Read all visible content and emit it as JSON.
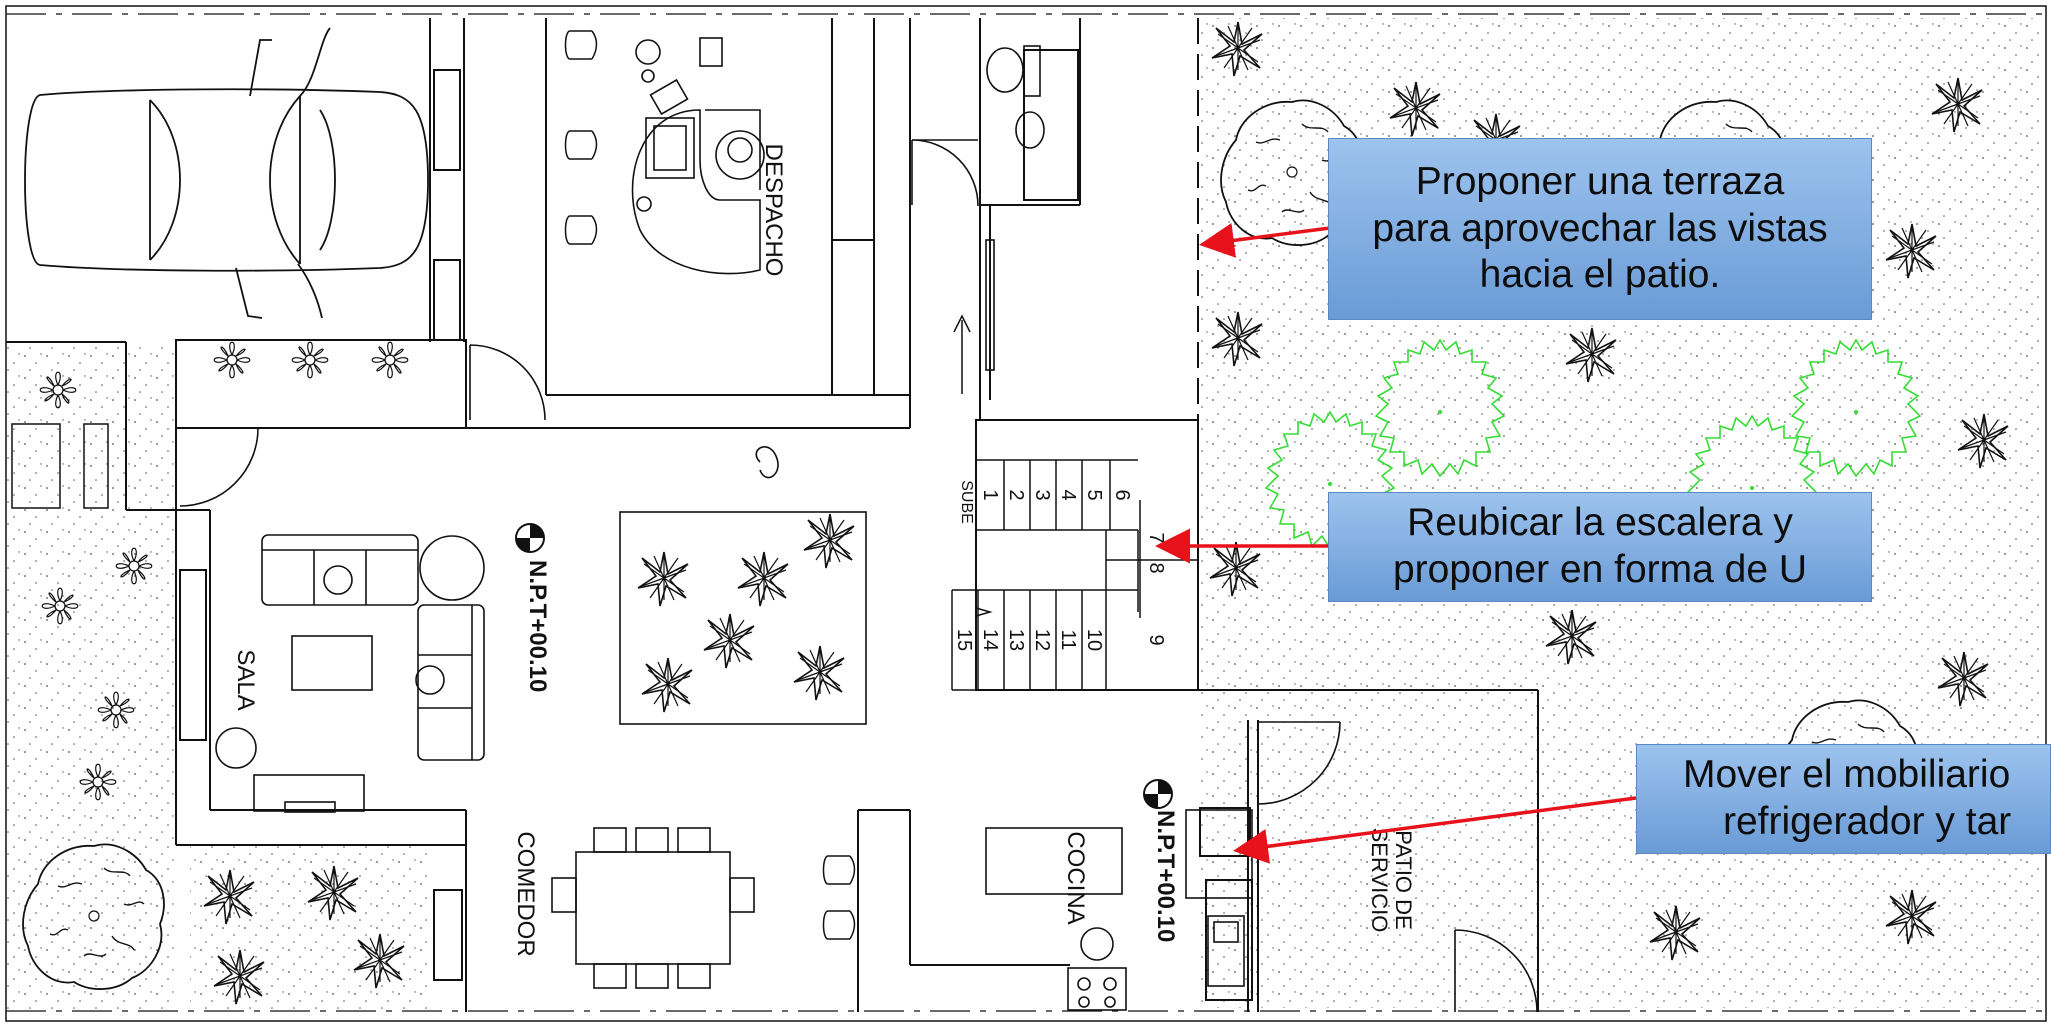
{
  "plan": {
    "room_labels": {
      "despacho": "DESPACHO",
      "sala": "SALA",
      "comedor": "COMEDOR",
      "cocina": "COCINA",
      "patio_servicio_line1": "PATIO DE",
      "patio_servicio_line2": "SERVICIO",
      "sube": "SUBE"
    },
    "levels": {
      "level_1": "N.P.T+00.10",
      "level_2": "N.P.T+00.10"
    },
    "stair_steps": [
      "1",
      "2",
      "3",
      "4",
      "5",
      "6",
      "7",
      "8",
      "9",
      "10",
      "11",
      "12",
      "13",
      "14",
      "15"
    ]
  },
  "callouts": {
    "terraza": {
      "line1": "Proponer una terraza",
      "line2": "para aprovechar las vistas",
      "line3": "hacia el patio."
    },
    "escalera": {
      "line1": "Reubicar la escalera y",
      "line2": "proponer en forma de U"
    },
    "mobiliario": {
      "line1": "Mover el mobiliario",
      "line2": "refrigerador y tar"
    }
  },
  "colors": {
    "arrow": "#e8121c",
    "callout_fill": "#8db4e2",
    "tree_green": "#33dd33",
    "lines": "#111111"
  }
}
